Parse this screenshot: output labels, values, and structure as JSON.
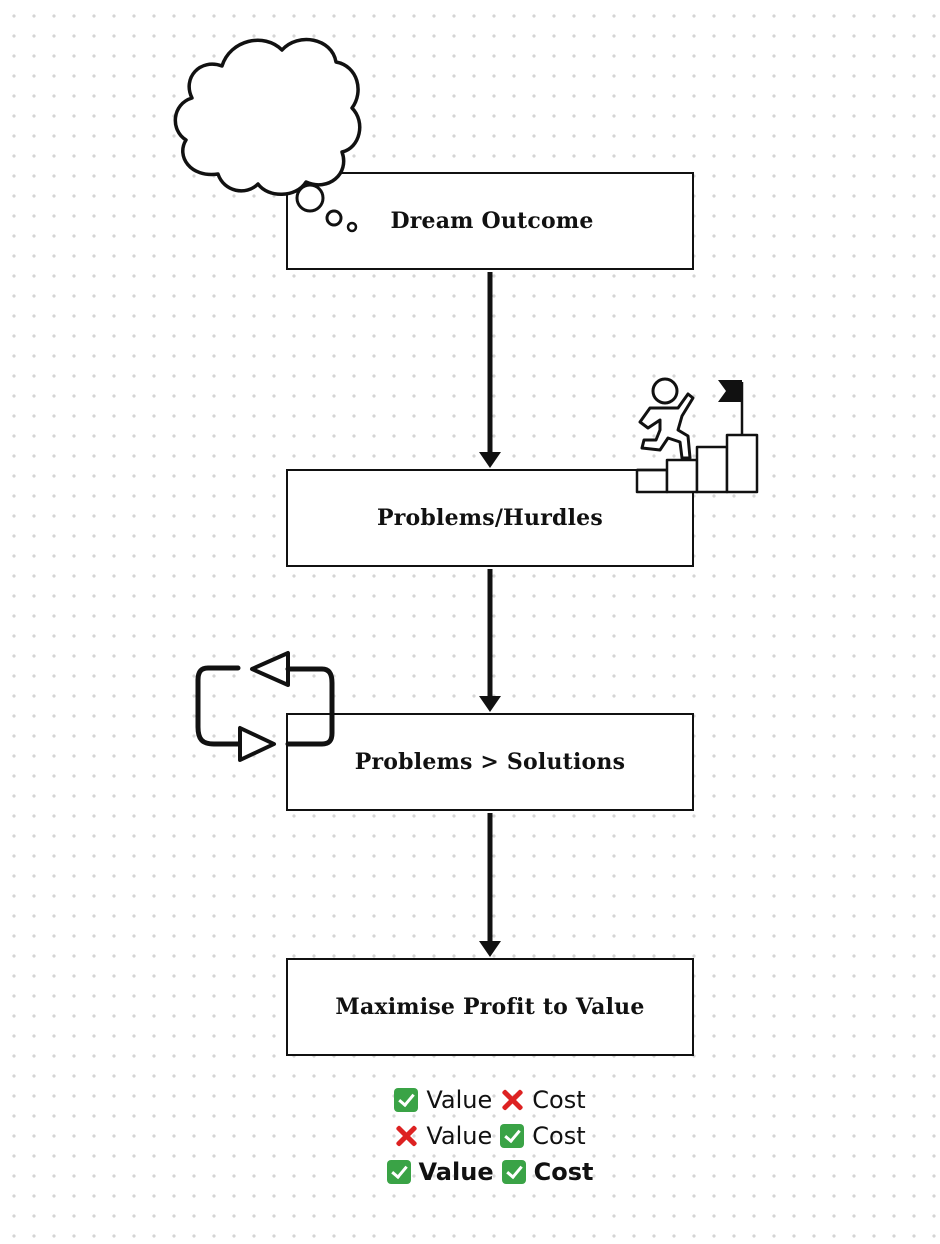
{
  "nodes": {
    "dream": "Dream Outcome",
    "problems": "Problems/Hurdles",
    "solutions": "Problems > Solutions",
    "profit": "Maximise Profit to Value"
  },
  "legend": [
    {
      "first_mark": "check",
      "first_label": "Value",
      "second_mark": "cross",
      "second_label": "Cost",
      "bold": false
    },
    {
      "first_mark": "cross",
      "first_label": "Value",
      "second_mark": "check",
      "second_label": "Cost",
      "bold": false
    },
    {
      "first_mark": "check",
      "first_label": "Value",
      "second_mark": "check",
      "second_label": "Cost",
      "bold": true
    }
  ],
  "icons": {
    "dream": "thought-cloud-icon",
    "problems": "climbing-stairs-to-flag-icon",
    "solutions": "cycle-arrows-icon"
  },
  "colors": {
    "stroke": "#111111",
    "check": "#3aa346",
    "cross": "#dd2222"
  }
}
